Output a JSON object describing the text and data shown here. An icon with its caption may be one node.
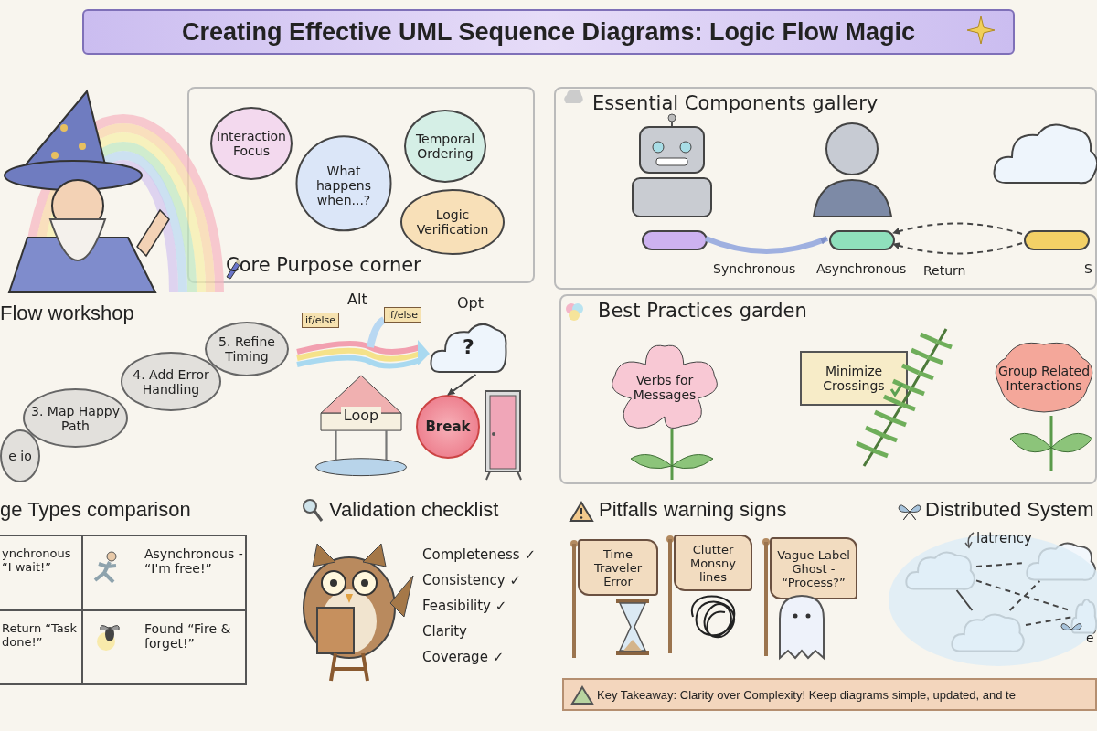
{
  "diagram": {
    "title": "Creating Effective UML Sequence Diagrams: Logic Flow Magic",
    "nodes": [
      {
        "text": [
          "Core Purpose corner"
        ]
      },
      {
        "text": [
          "Interaction Focus"
        ],
        "in": 0
      },
      {
        "text": [
          "What happens when...?"
        ],
        "in": 0
      },
      {
        "text": [
          "Temporal Ordering"
        ],
        "in": 0
      },
      {
        "text": [
          "Logic Verification"
        ],
        "in": 0
      },
      {
        "text": [
          "Essential Components gallery"
        ]
      },
      {
        "text": [],
        "shape": "bar",
        "in": 5
      },
      {
        "text": [],
        "shape": "bar",
        "in": 5
      },
      {
        "text": [],
        "shape": "bar",
        "in": 5
      },
      {
        "text": [
          "e io"
        ]
      },
      {
        "text": [
          "3. Map Happy Path"
        ]
      },
      {
        "text": [
          "4. Add Error Handling"
        ]
      },
      {
        "text": [
          "5. Refine Timing"
        ]
      },
      {
        "text": [
          "?"
        ]
      },
      {
        "text": [
          "Loop"
        ]
      },
      {
        "text": [
          "Break"
        ]
      },
      {
        "text": [
          "Best Practices garden"
        ]
      },
      {
        "text": [
          "Verbs for Messages"
        ],
        "in": 16
      },
      {
        "text": [
          "Minimize Crossings"
        ],
        "in": 16
      },
      {
        "text": [
          "Group Related Interactions"
        ],
        "in": 16
      },
      {
        "text": [
          "Time Traveler Error"
        ]
      },
      {
        "text": [
          "Clutter Monsny lines"
        ]
      },
      {
        "text": [
          "Vague Label Ghost - “Process?”"
        ]
      },
      {
        "text": [],
        "shape": "cloud"
      },
      {
        "text": [],
        "shape": "cloud"
      },
      {
        "text": [],
        "shape": "cloud"
      },
      {
        "text": [],
        "shape": "cloud"
      },
      {
        "text": [
          "Key Takeaway: Clarity over Complexity! Keep diagrams simple, updated, and te"
        ]
      }
    ],
    "edges": [
      {
        "from": 6,
        "to": 7,
        "arrow": "to",
        "label": "Synchronous",
        "style": "thick",
        "color": "#9fb0e0"
      },
      {
        "from": 8,
        "to": 7,
        "arrow": "to",
        "style": "dashed"
      },
      {
        "from": 8,
        "to": 7,
        "arrow": "to",
        "label": "Return",
        "style": "dashed"
      },
      {
        "from": 13,
        "to": 15,
        "arrow": "to"
      },
      {
        "from": 23,
        "to": 24,
        "arrow": "none",
        "style": "dashed"
      },
      {
        "from": 23,
        "to": 25,
        "arrow": "none"
      },
      {
        "from": 23,
        "to": 26,
        "arrow": "none",
        "style": "dashed"
      },
      {
        "from": 25,
        "to": 24,
        "arrow": "none",
        "style": "dashed"
      },
      {
        "from": 25,
        "to": 26,
        "arrow": "none",
        "style": "dashed"
      }
    ],
    "labels": [
      "Asynchronous",
      "S",
      "Alt",
      "Flow workshop",
      "Opt",
      "if/else",
      "if/else",
      "ge Types comparison",
      "Validation checklist",
      "Pitfalls warning signs",
      "Distributed System",
      "latrency",
      "ynchronous “I wait!”",
      "Asynchronous - “I'm free!”",
      "Return “Task done!”",
      "Found “Fire & forget!”",
      "Completeness ✓",
      "Consistency ✓",
      "Feasibility ✓",
      "Clarity",
      "Coverage ✓",
      "e"
    ]
  }
}
